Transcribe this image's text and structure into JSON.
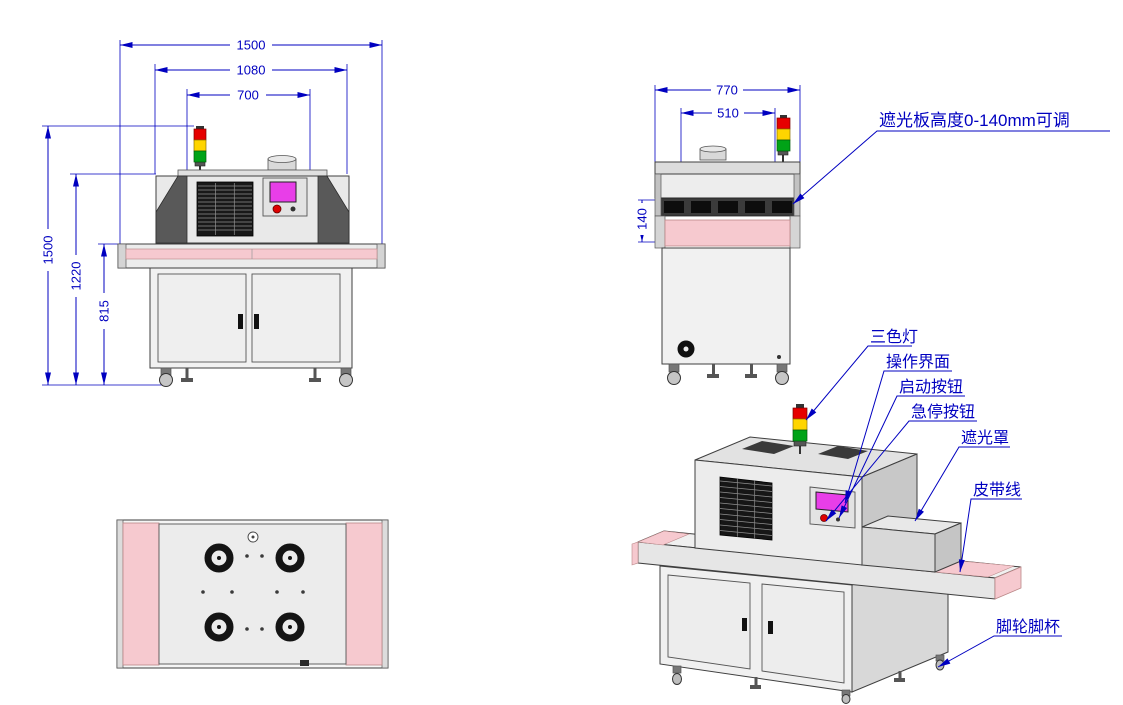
{
  "front_view": {
    "dim_width_outer": "1500",
    "dim_width_body": "1080",
    "dim_width_inner": "700",
    "dim_height_total": "1500",
    "dim_height_body": "1220",
    "dim_height_belt": "815"
  },
  "side_view": {
    "dim_depth_outer": "770",
    "dim_depth_inner": "510",
    "dim_shade_travel": "140",
    "annotation_shade_plate": "遮光板高度0-140mm可调"
  },
  "iso_view": {
    "label_tricolor_light": "三色灯",
    "label_operation_panel": "操作界面",
    "label_start_button": "启动按钮",
    "label_estop_button": "急停按钮",
    "label_shade_cover": "遮光罩",
    "label_belt_line": "皮带线",
    "label_caster_footcup": "脚轮脚杯"
  },
  "colors": {
    "dimension_blue": "#0000c0",
    "tower_red": "#e60000",
    "tower_yellow": "#ffd500",
    "tower_green": "#00a317",
    "screen_magenta": "#e83ee8",
    "belt_pink": "#f6c9cf"
  }
}
